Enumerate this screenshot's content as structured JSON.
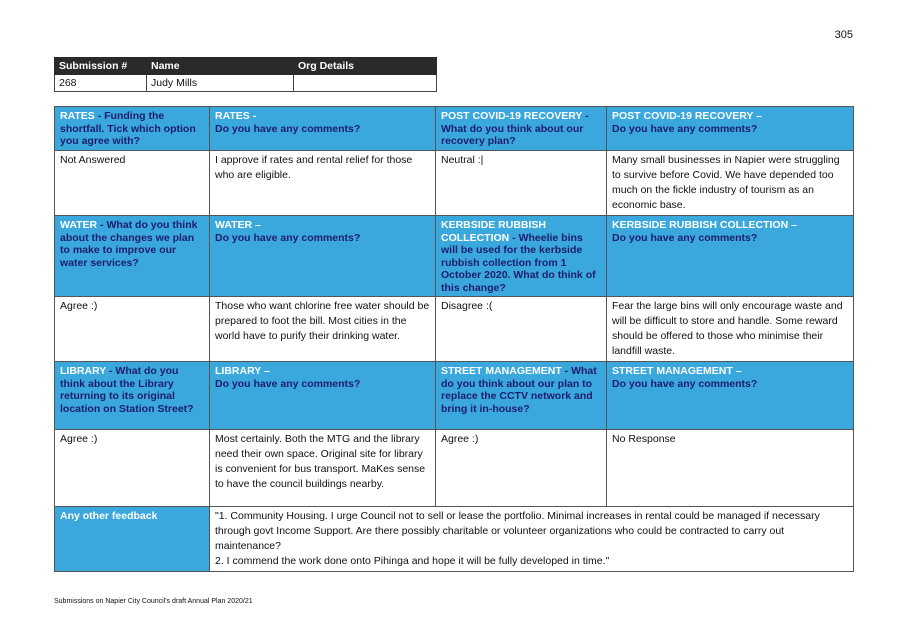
{
  "page_number": "305",
  "submission_table": {
    "headers": [
      "Submission #",
      "Name",
      "Org Details"
    ],
    "row": [
      "268",
      "Judy Mills",
      ""
    ]
  },
  "sections": {
    "rates_funding": {
      "title": "RATES",
      "question": " - Funding the shortfall. Tick which option you agree with?",
      "answer": "Not Answered"
    },
    "rates_comments": {
      "title": "RATES -",
      "question": "Do you have any comments?",
      "answer": "I approve if rates and rental relief for those who are eligible."
    },
    "covid_recovery": {
      "title": "POST COVID-19 RECOVERY",
      "question": " - What do you think about our recovery plan?",
      "answer": "Neutral :|"
    },
    "covid_comments": {
      "title": "POST COVID-19 RECOVERY –",
      "question": "Do you have any comments?",
      "answer": "Many small businesses in Napier were struggling to survive before Covid. We have depended too much on the fickle industry of tourism as an economic base."
    },
    "water_changes": {
      "title": "WATER",
      "question": " - What do you think about the changes we plan to make to improve our water services?",
      "answer": "Agree :)"
    },
    "water_comments": {
      "title": "WATER –",
      "question": "Do you have any comments?",
      "answer": "Those who want chlorine free water should be prepared to foot the bill. Most cities in the world have to purify their drinking water."
    },
    "kerbside_change": {
      "title": "KERBSIDE RUBBISH COLLECTION",
      "question": " - Wheelie bins will be used for the kerbside rubbish collection from 1 October 2020. What do think of this change?",
      "answer": "Disagree :("
    },
    "kerbside_comments": {
      "title": "KERBSIDE RUBBISH COLLECTION –",
      "question": "Do you have any comments?",
      "answer": "Fear the large bins will only encourage waste and will be difficult to store and handle. Some reward should be offered to those who minimise their landfill waste."
    },
    "library_location": {
      "title": "LIBRARY",
      "question": " - What do you think about the Library returning to its original location on Station Street?",
      "answer": "Agree :)"
    },
    "library_comments": {
      "title": "LIBRARY –",
      "question": "Do you have any comments?",
      "answer": "Most certainly. Both the MTG and the library need their own space. Original site for library is convenient for bus transport. MaKes sense to have the  council buildings nearby."
    },
    "street_cctv": {
      "title": "STREET MANAGEMENT",
      "question": " - What do you think about our plan to replace the CCTV network and bring it in-house?",
      "answer": "Agree :)"
    },
    "street_comments": {
      "title": "STREET MANAGEMENT –",
      "question": "Do you have any comments?",
      "answer": "No Response"
    },
    "other_feedback": {
      "title": "Any other feedback",
      "answer_line1": "\"1. Community Housing. I urge Council not to sell or lease the portfolio. Minimal increases in rental could be managed if necessary through govt Income Support. Are there possibly charitable or volunteer organizations who could be contracted to carry out maintenance?",
      "answer_line2": "2. I commend the work done onto Pihinga and hope it will be fully developed in time.\""
    }
  },
  "footer": "Submissions on Napier City Council's draft Annual Plan 2020/21",
  "colors": {
    "header_blue": "#3aa8dd",
    "question_navy": "#1d1d6b",
    "sub_header_dark": "#2a2a2a"
  }
}
